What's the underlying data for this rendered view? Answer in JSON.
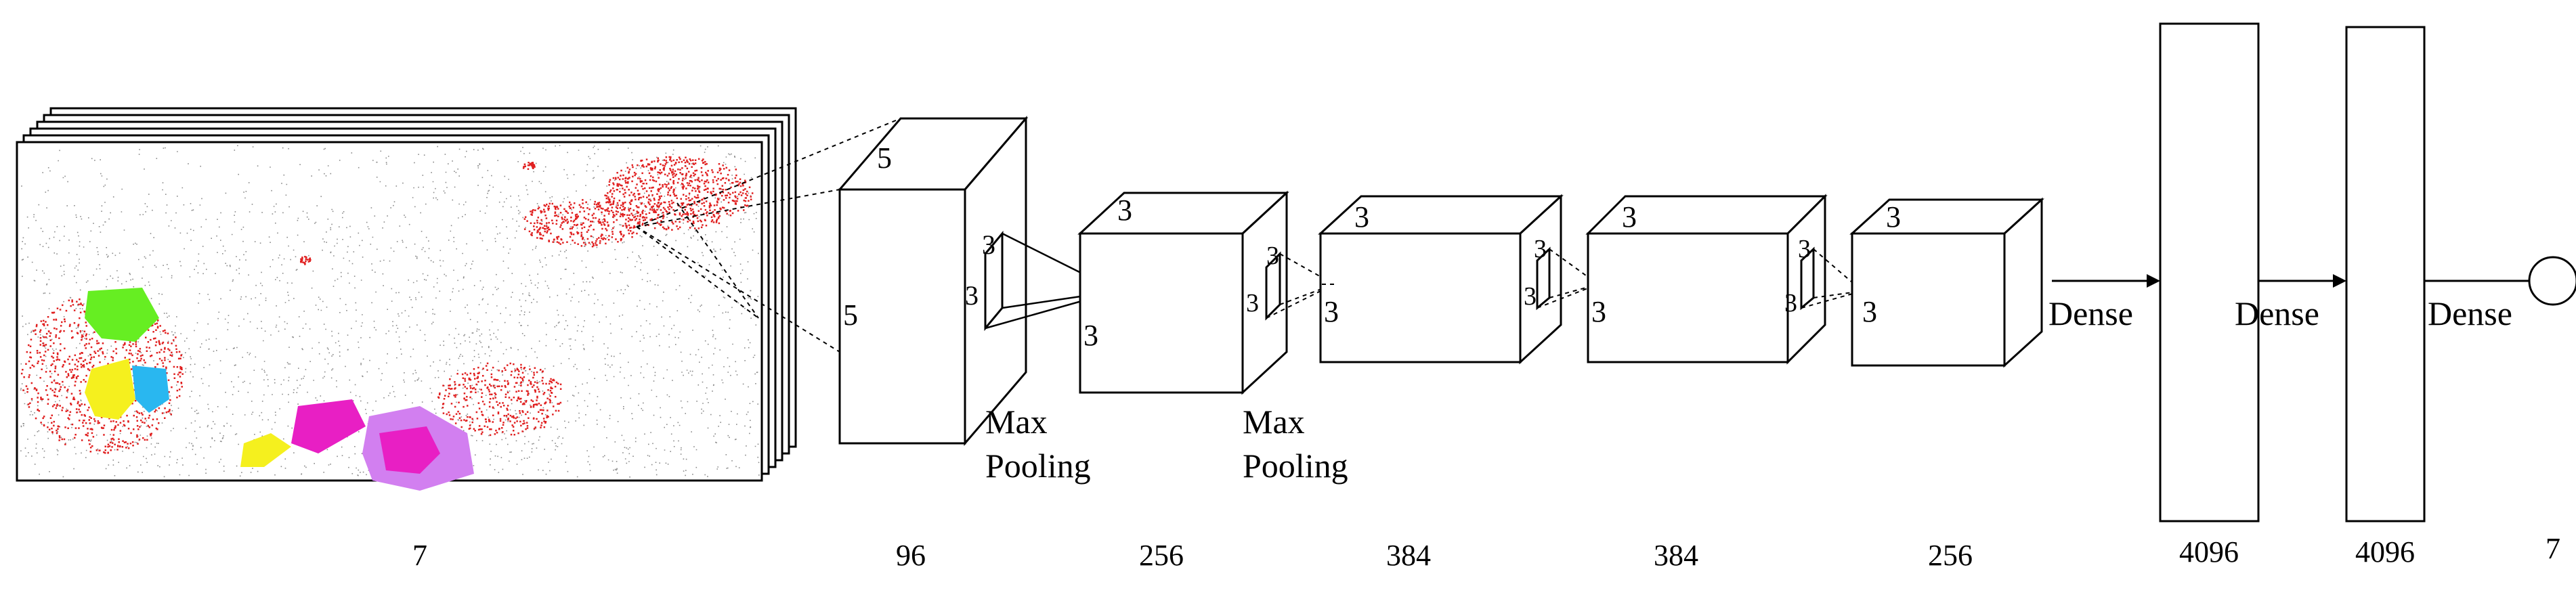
{
  "input": {
    "channels_label": "7",
    "colors": {
      "scatter": "#8a8a8a",
      "red": "#e02020",
      "green": "#66ee22",
      "yellow": "#f5f01e",
      "cyan": "#29b7f0",
      "magenta": "#e81fc4",
      "violet": "#d27ff0"
    }
  },
  "conv_layers": [
    {
      "id": "conv1",
      "filters": "96",
      "kernel_top": "5",
      "kernel_left": "5",
      "pool_label": [
        "Max",
        "Pooling"
      ]
    },
    {
      "id": "conv2",
      "filters": "256",
      "kernel_top": "3",
      "kernel_left": "3",
      "kernel_in_a": "3",
      "kernel_in_b": "3",
      "pool_label": [
        "Max",
        "Pooling"
      ]
    },
    {
      "id": "conv3",
      "filters": "384",
      "kernel_top": "3",
      "kernel_left": "3",
      "kernel_in_a": "3",
      "kernel_in_b": "3"
    },
    {
      "id": "conv4",
      "filters": "384",
      "kernel_top": "3",
      "kernel_left": "3",
      "kernel_in_a": "3",
      "kernel_in_b": "3"
    },
    {
      "id": "conv5",
      "filters": "256",
      "kernel_top": "3",
      "kernel_left": "3",
      "kernel_in_a": "3",
      "kernel_in_b": "3"
    }
  ],
  "dense_layers": [
    {
      "id": "fc1",
      "units": "4096",
      "arrow_label": "Dense"
    },
    {
      "id": "fc2",
      "units": "4096",
      "arrow_label": "Dense"
    }
  ],
  "output": {
    "units": "7",
    "arrow_label": "Dense"
  }
}
